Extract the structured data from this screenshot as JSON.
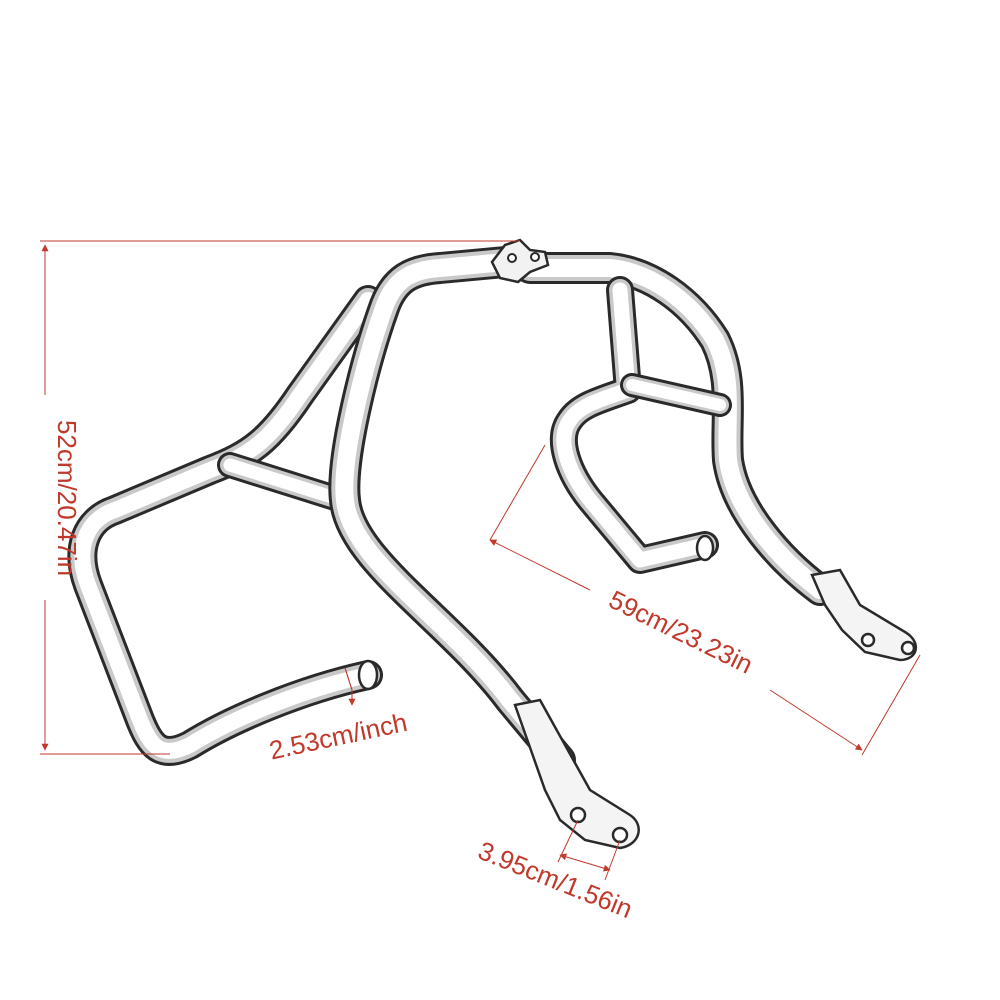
{
  "colors": {
    "dimension": "#c0392b",
    "outline": "#2a2a2a",
    "background": "#ffffff"
  },
  "dimensions": {
    "height": "52cm/20.47in",
    "width": "59cm/23.23in",
    "tube_diameter": "2.53cm/inch",
    "hole_spacing": "3.95cm/1.56in"
  }
}
